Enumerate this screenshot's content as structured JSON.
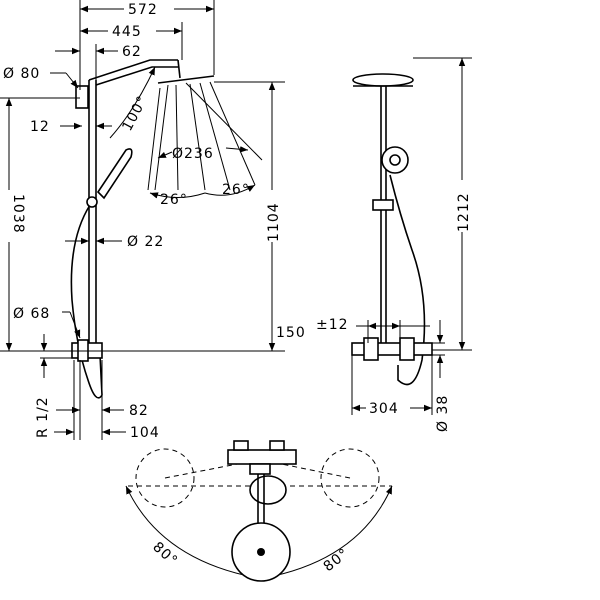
{
  "side_view": {
    "dim_572": "572",
    "dim_445": "445",
    "dim_62": "62",
    "dim_d80": "Ø 80",
    "dim_100deg": "100°",
    "dim_12": "12",
    "dim_d236": "Ø236",
    "dim_26_left": "26°",
    "dim_26_right": "26°",
    "dim_1038": "1038",
    "dim_1104": "1104",
    "dim_d22": "Ø 22",
    "dim_d68": "Ø 68",
    "dim_150": "150",
    "dim_r12": "R 1/2",
    "dim_82": "82",
    "dim_104": "104"
  },
  "front_view": {
    "dim_1212": "1212",
    "dim_pm12": "±12",
    "dim_304": "304",
    "dim_d38": "Ø 38"
  },
  "top_view": {
    "angle_left": "80°",
    "angle_right": "80°"
  }
}
